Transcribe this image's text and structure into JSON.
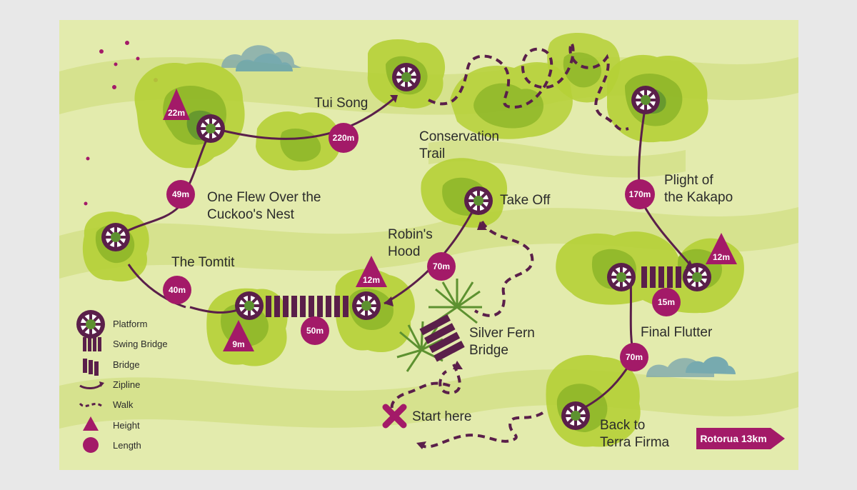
{
  "colors": {
    "background": "#e8e8e8",
    "map_light": "#e3ebad",
    "map_band": "#d6e28e",
    "tree_light": "#b5d036",
    "tree_mid": "#8cb528",
    "tree_dark": "#5d9130",
    "route": "#5a1f4a",
    "accent": "#a31a68",
    "cloud": "#5d9bb0"
  },
  "labels": {
    "tui_song": "Tui Song",
    "conservation_trail": "Conservation\nTrail",
    "one_flew": "One Flew Over the\nCuckoo's Nest",
    "take_off": "Take Off",
    "robins_hood": "Robin's\nHood",
    "plight_kakapo": "Plight of\nthe Kakapo",
    "the_tomtit": "The Tomtit",
    "silver_fern_bridge": "Silver Fern\nBridge",
    "final_flutter": "Final Flutter",
    "start_here": "Start here",
    "back_to_terra_firma": "Back to\nTerra Firma"
  },
  "lengths": {
    "l220": "220m",
    "l49": "49m",
    "l40": "40m",
    "l50": "50m",
    "l70a": "70m",
    "l170": "170m",
    "l15": "15m",
    "l70b": "70m"
  },
  "heights": {
    "h22": "22m",
    "h9": "9m",
    "h12a": "12m",
    "h12b": "12m"
  },
  "legend": {
    "platform": "Platform",
    "swing_bridge": "Swing Bridge",
    "bridge": "Bridge",
    "zipline": "Zipline",
    "walk": "Walk",
    "height": "Height",
    "length": "Length"
  },
  "signpost": "Rotorua 13km"
}
